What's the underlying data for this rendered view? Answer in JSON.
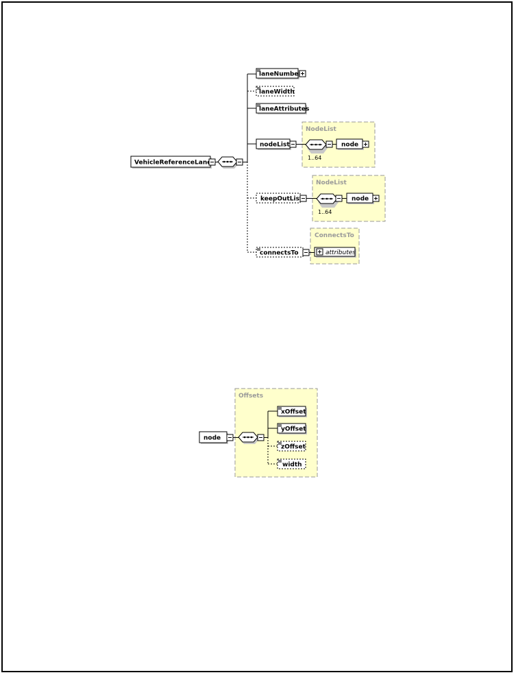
{
  "diagram1": {
    "root": "VehicleReferenceLane",
    "elements": {
      "laneNumber": "laneNumber",
      "laneWidth": "laneWidth",
      "laneAttributes": "laneAttributes",
      "nodeList": "nodeList",
      "keepOutList": "keepOutList",
      "connectsTo": "connectsTo"
    },
    "groups": {
      "nodeList_group": "NodeList",
      "keepOut_group": "NodeList",
      "connects_group": "ConnectsTo"
    },
    "node_label": "node",
    "multiplicity": "1..64",
    "attributes_label": "attributes"
  },
  "diagram2": {
    "root": "node",
    "group": "Offsets",
    "elements": {
      "xOffset": "xOffset",
      "yOffset": "yOffset",
      "zOffset": "zOffset",
      "width": "width"
    }
  },
  "colors": {
    "group_fill": "#ffffcc",
    "group_border": "#999999",
    "group_label": "#999999",
    "line": "#000000"
  }
}
